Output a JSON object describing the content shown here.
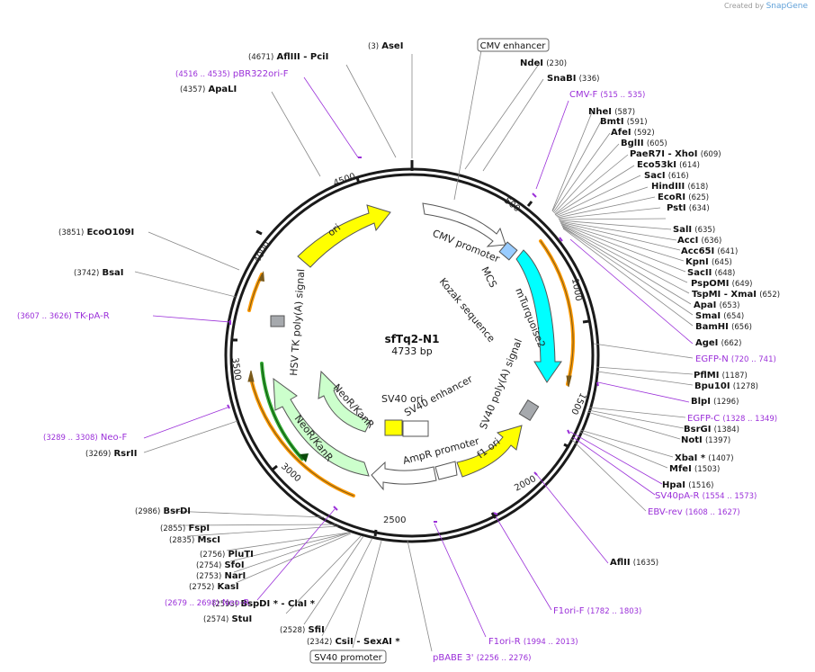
{
  "credit": {
    "prefix": "Created by",
    "brand": "SnapGene"
  },
  "plasmid": {
    "name": "sfTq2-N1",
    "size": "4733 bp"
  },
  "ticks": [
    "500",
    "1000",
    "1500",
    "2000",
    "2500",
    "3000",
    "3500",
    "4000",
    "4500"
  ],
  "features": [
    {
      "label": "CMV promoter",
      "type": "promoter"
    },
    {
      "label": "CMV enhancer",
      "type": "enhancer",
      "boxed": true
    },
    {
      "label": "MCS",
      "type": "misc"
    },
    {
      "label": "Kozak sequence",
      "type": "misc"
    },
    {
      "label": "mTurquoise2",
      "type": "cds",
      "color": "#00ffff"
    },
    {
      "label": "SV40 poly(A) signal",
      "type": "polyA",
      "color": "#a6a9ad"
    },
    {
      "label": "f1 ori",
      "type": "rep_origin",
      "color": "#ffff00"
    },
    {
      "label": "AmpR promoter",
      "type": "promoter"
    },
    {
      "label": "SV40 promoter",
      "type": "promoter",
      "boxed": true
    },
    {
      "label": "SV40 ori",
      "type": "rep_origin",
      "color": "#ffff00"
    },
    {
      "label": "SV40 enhancer",
      "type": "enhancer"
    },
    {
      "label": "NeoR/KanR",
      "type": "cds",
      "color": "#ccffcc"
    },
    {
      "label": "NeoR/KanR",
      "type": "cds_small",
      "color": "#ccffcc"
    },
    {
      "label": "HSV TK poly(A) signal",
      "type": "polyA",
      "color": "#a6a9ad"
    },
    {
      "label": "ori",
      "type": "rep_origin",
      "color": "#ffff00"
    }
  ],
  "sites": [
    {
      "name": "AseI",
      "pos": "(3)"
    },
    {
      "name": "NdeI",
      "pos": "(230)"
    },
    {
      "name": "SnaBI",
      "pos": "(336)"
    },
    {
      "name": "CMV-F",
      "pos": "(515 .. 535)",
      "primer": true
    },
    {
      "name": "NheI",
      "pos": "(587)"
    },
    {
      "name": "BmtI",
      "pos": "(591)"
    },
    {
      "name": "AfeI",
      "pos": "(592)"
    },
    {
      "name": "BglII",
      "pos": "(605)"
    },
    {
      "name": "PaeR7I - XhoI",
      "pos": "(609)"
    },
    {
      "name": "Eco53kI",
      "pos": "(614)"
    },
    {
      "name": "SacI",
      "pos": "(616)"
    },
    {
      "name": "HindIII",
      "pos": "(618)"
    },
    {
      "name": "EcoRI",
      "pos": "(625)"
    },
    {
      "name": "PstI",
      "pos": "(634)"
    },
    {
      "name": "SalI",
      "pos": "(635)"
    },
    {
      "name": "AccI",
      "pos": "(636)"
    },
    {
      "name": "Acc65I",
      "pos": "(641)"
    },
    {
      "name": "KpnI",
      "pos": "(645)"
    },
    {
      "name": "SacII",
      "pos": "(648)"
    },
    {
      "name": "PspOMI",
      "pos": "(649)"
    },
    {
      "name": "TspMI - XmaI",
      "pos": "(652)"
    },
    {
      "name": "ApaI",
      "pos": "(653)"
    },
    {
      "name": "SmaI",
      "pos": "(654)"
    },
    {
      "name": "BamHI",
      "pos": "(656)"
    },
    {
      "name": "AgeI",
      "pos": "(662)"
    },
    {
      "name": "EGFP-N",
      "pos": "(720 .. 741)",
      "primer": true
    },
    {
      "name": "PflMI",
      "pos": "(1187)"
    },
    {
      "name": "Bpu10I",
      "pos": "(1278)"
    },
    {
      "name": "BlpI",
      "pos": "(1296)"
    },
    {
      "name": "EGFP-C",
      "pos": "(1328 .. 1349)",
      "primer": true
    },
    {
      "name": "BsrGI",
      "pos": "(1384)"
    },
    {
      "name": "NotI",
      "pos": "(1397)"
    },
    {
      "name": "XbaI *",
      "pos": "(1407)"
    },
    {
      "name": "MfeI",
      "pos": "(1503)"
    },
    {
      "name": "HpaI",
      "pos": "(1516)"
    },
    {
      "name": "SV40pA-R",
      "pos": "(1554 .. 1573)",
      "primer": true
    },
    {
      "name": "EBV-rev",
      "pos": "(1608 .. 1627)",
      "primer": true
    },
    {
      "name": "AflII",
      "pos": "(1635)"
    },
    {
      "name": "F1ori-F",
      "pos": "(1782 .. 1803)",
      "primer": true
    },
    {
      "name": "F1ori-R",
      "pos": "(1994 .. 2013)",
      "primer": true
    },
    {
      "name": "pBABE 3'",
      "pos": "(2256 .. 2276)",
      "primer": true
    },
    {
      "name": "CsiI - SexAI *",
      "pos": "(2342)"
    },
    {
      "name": "SfiI",
      "pos": "(2528)"
    },
    {
      "name": "StuI",
      "pos": "(2574)"
    },
    {
      "name": "BspDI * - ClaI *",
      "pos": "(2593)"
    },
    {
      "name": "Neo-R",
      "pos": "(2679 .. 2698)",
      "primer": true
    },
    {
      "name": "KasI",
      "pos": "(2752)"
    },
    {
      "name": "NarI",
      "pos": "(2753)"
    },
    {
      "name": "SfoI",
      "pos": "(2754)"
    },
    {
      "name": "PluTI",
      "pos": "(2756)"
    },
    {
      "name": "MscI",
      "pos": "(2835)"
    },
    {
      "name": "FspI",
      "pos": "(2855)"
    },
    {
      "name": "BsrDI",
      "pos": "(2986)"
    },
    {
      "name": "RsrII",
      "pos": "(3269)"
    },
    {
      "name": "Neo-F",
      "pos": "(3289 .. 3308)",
      "primer": true
    },
    {
      "name": "TK-pA-R",
      "pos": "(3607 .. 3626)",
      "primer": true
    },
    {
      "name": "BsaI",
      "pos": "(3742)"
    },
    {
      "name": "EcoO109I",
      "pos": "(3851)"
    },
    {
      "name": "ApaLI",
      "pos": "(4357)"
    },
    {
      "name": "pBR322ori-F",
      "pos": "(4516 .. 4535)",
      "primer": true
    },
    {
      "name": "AflIII - PciI",
      "pos": "(4671)"
    }
  ],
  "colors": {
    "ring": "#1a1a1a",
    "primer": "#9b30d9",
    "orange": "#ff9900",
    "green": "#007a00",
    "cyan": "#00ffff",
    "yellow": "#ffff00",
    "gray": "#a6a9ad",
    "mcs": "#99ccff"
  }
}
